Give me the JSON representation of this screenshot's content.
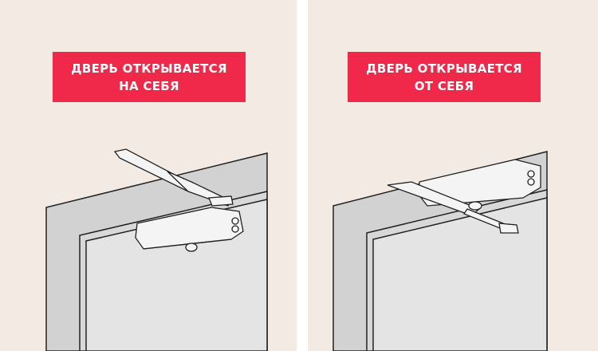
{
  "panels": [
    {
      "title_line1": "ДВЕРЬ ОТКРЫВАЕТСЯ",
      "title_line2": "НА СЕБЯ"
    },
    {
      "title_line1": "ДВЕРЬ ОТКРЫВАЕТСЯ",
      "title_line2": "ОТ СЕБЯ"
    }
  ],
  "colors": {
    "background": "#f3ebe3",
    "label": "#f0284a",
    "wall": "#d2d2d2",
    "door": "#e4e4e4"
  }
}
